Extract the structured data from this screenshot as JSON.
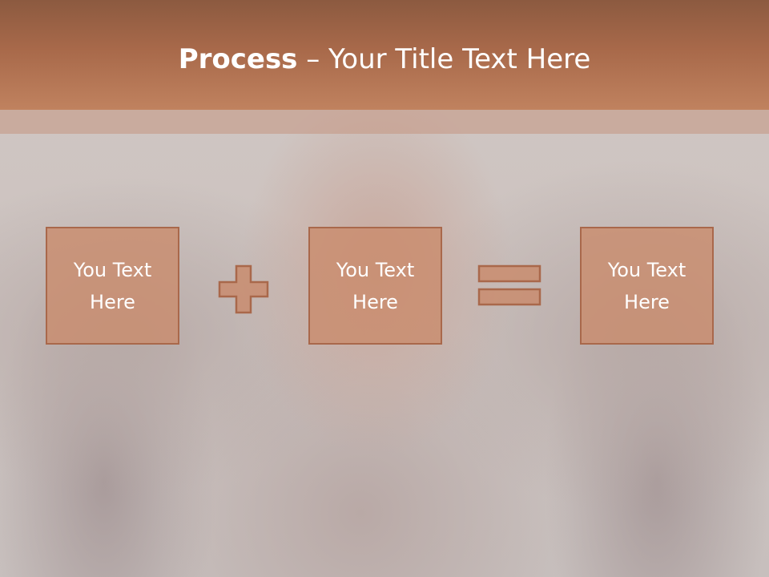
{
  "slide": {
    "title_bold": "Process",
    "title_rest": " – Your Title Text Here",
    "boxes": [
      {
        "text": "You Text Here"
      },
      {
        "text": "You Text Here"
      },
      {
        "text": "You Text Here"
      }
    ],
    "operators": [
      "plus-icon",
      "equals-icon"
    ],
    "colors": {
      "header": "#b0734f",
      "box_fill": "#c98c6e",
      "box_border": "#a9684b",
      "text": "#ffffff"
    }
  }
}
